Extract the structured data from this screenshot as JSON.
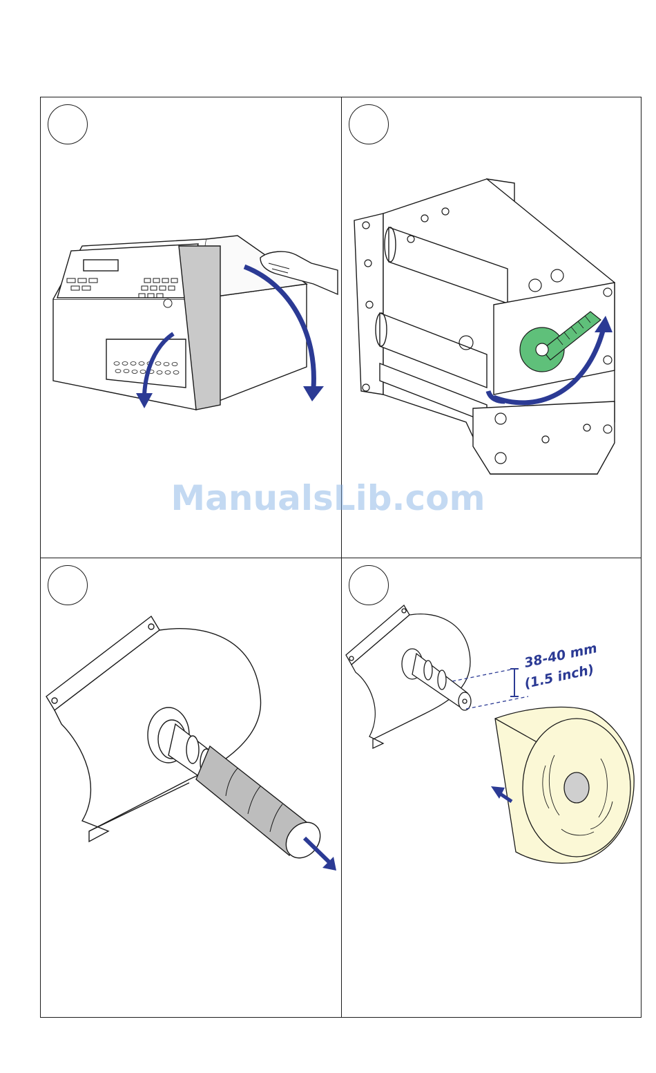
{
  "panels": [
    {
      "id": "step-1",
      "label": ""
    },
    {
      "id": "step-2",
      "label": ""
    },
    {
      "id": "step-3",
      "label": ""
    },
    {
      "id": "step-4",
      "label": ""
    }
  ],
  "dimension": {
    "metric": "38-40 mm",
    "imperial": "(1.5 inch)"
  },
  "watermark": "ManualsLib.com",
  "colors": {
    "arrow": "#2b3a94",
    "knob_green": "#5fc07a",
    "media_roll": "#fbf8d6",
    "line": "#1a1a1a"
  },
  "icons": [
    "rotate-arrow-icon",
    "pull-arrow-icon",
    "push-arrow-icon"
  ]
}
